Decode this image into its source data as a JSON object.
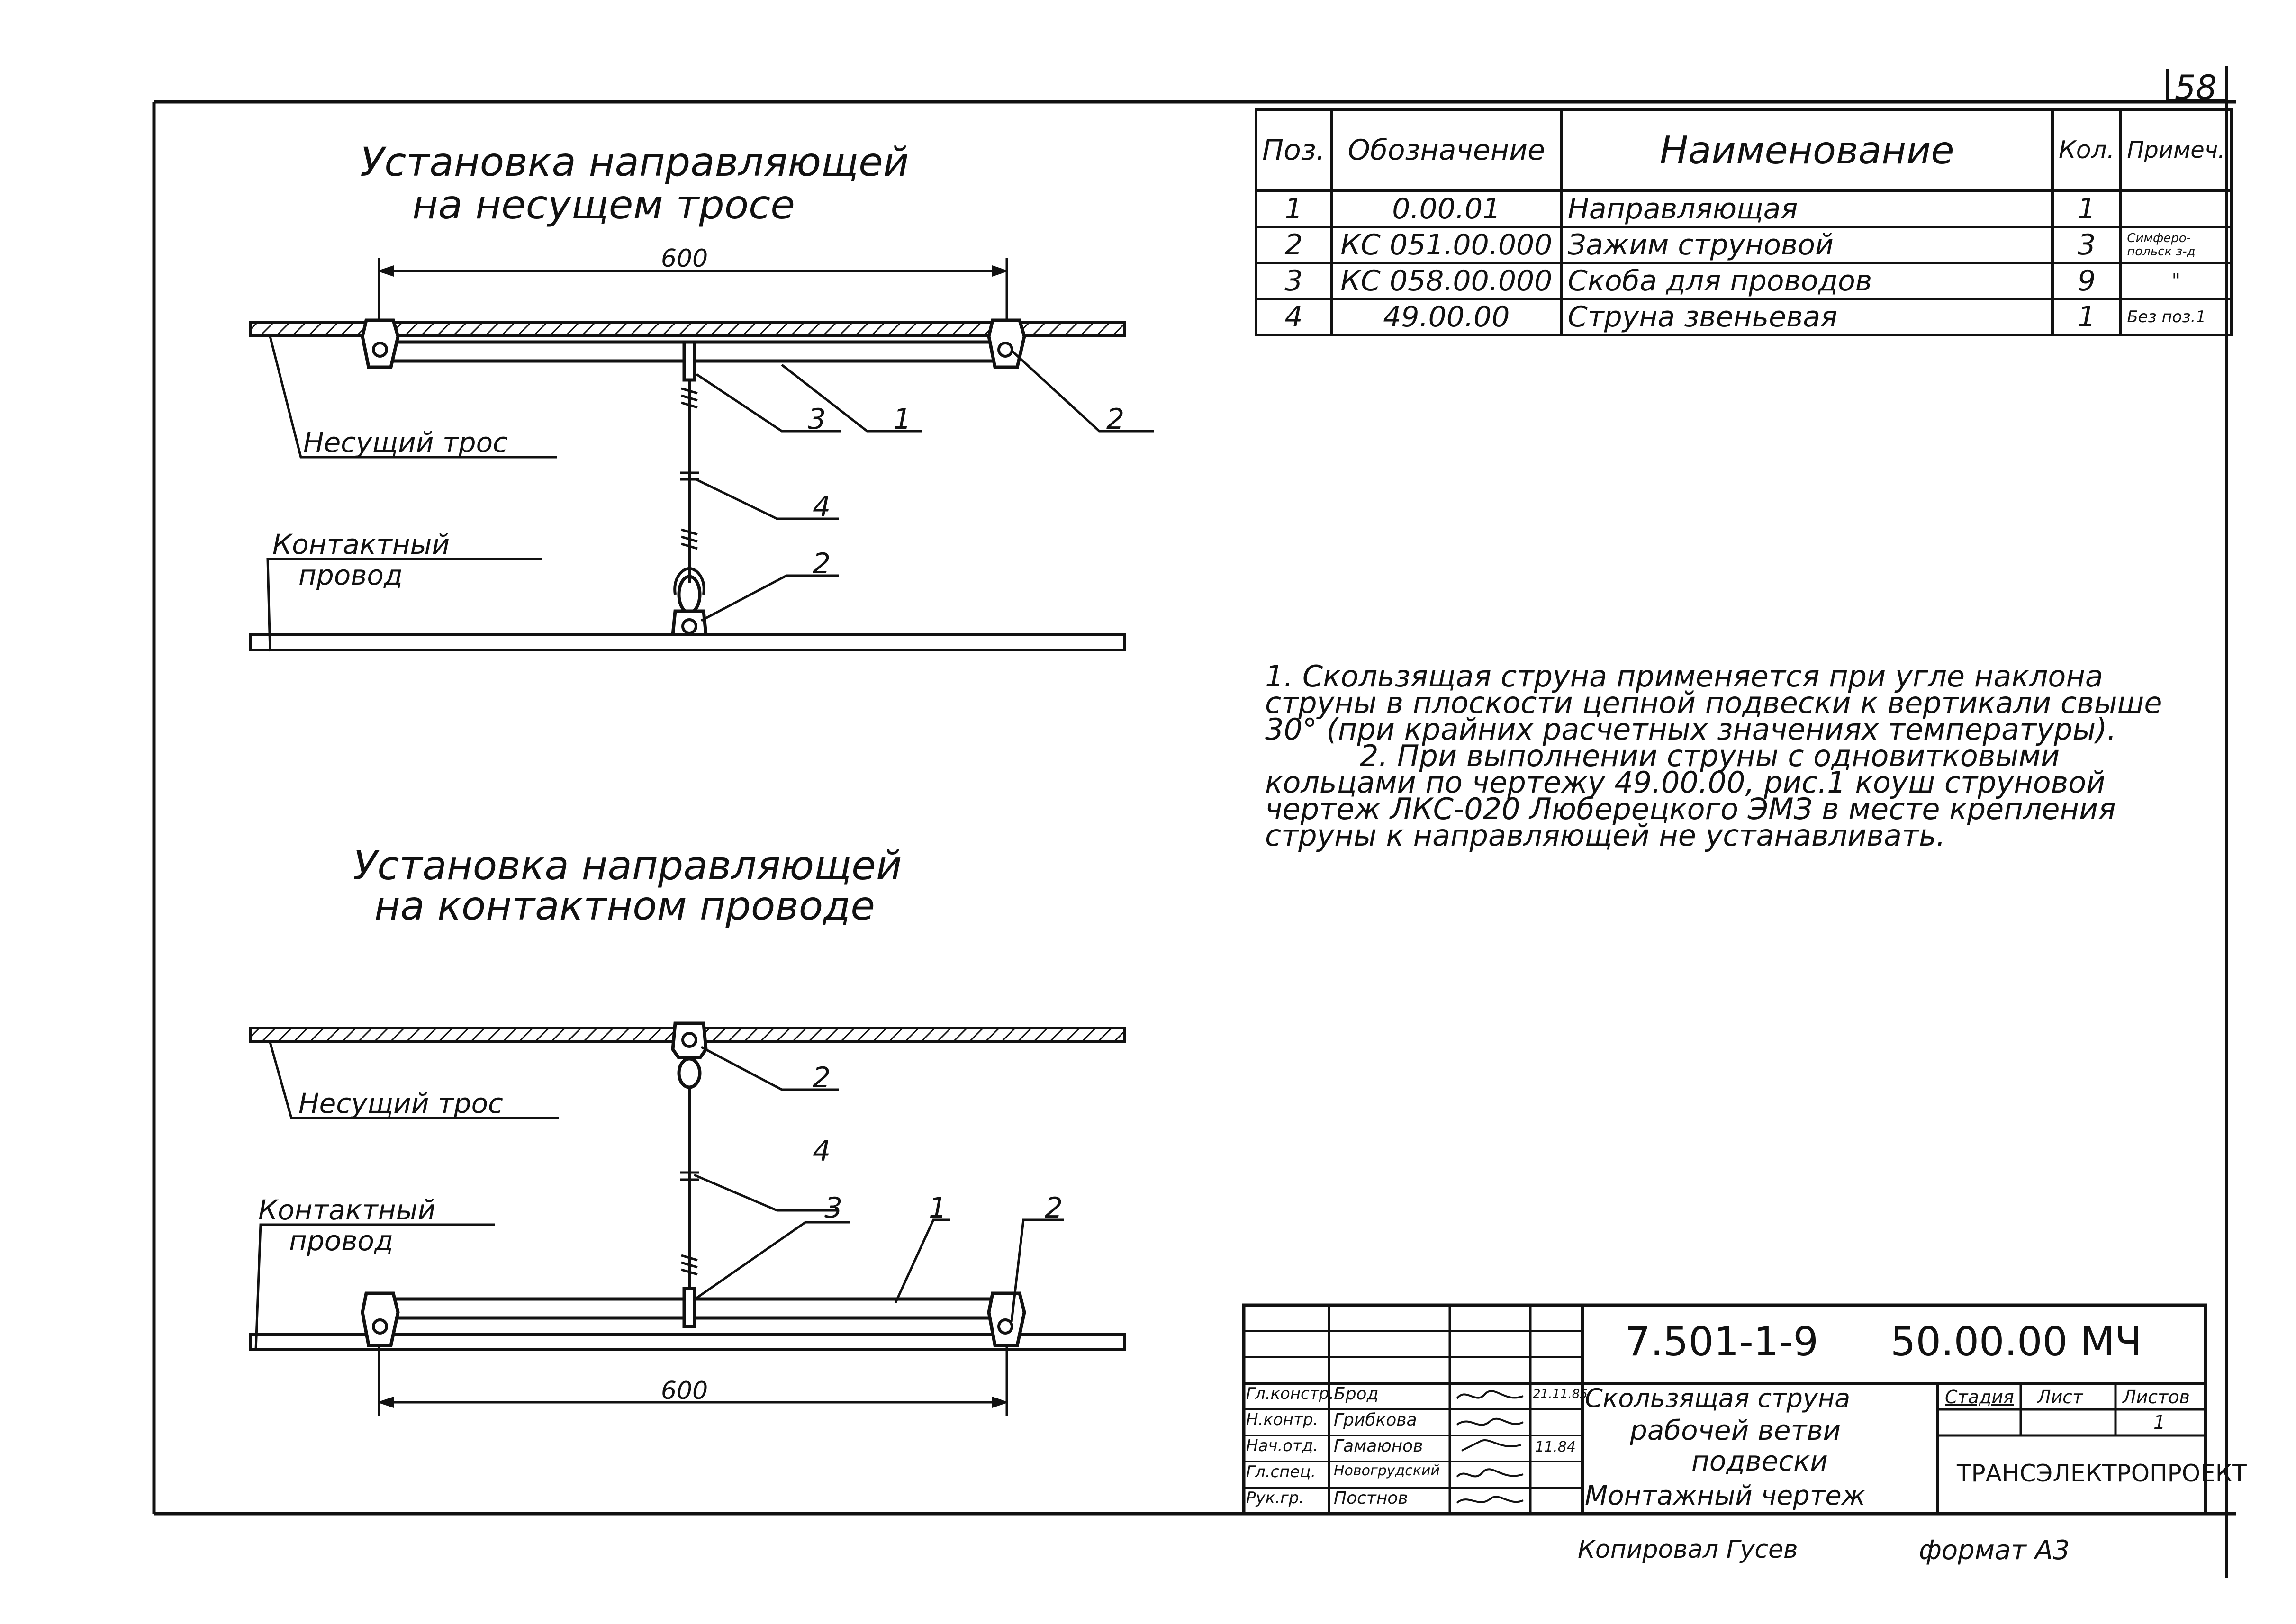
{
  "sheet_number": "58",
  "drawing_top": {
    "title_line1": "Установка направляющей",
    "title_line2": "на несущем тросе",
    "dimension": "600",
    "label_messenger": "Несущий трос",
    "label_contact_line1": "Контактный",
    "label_contact_line2": "провод",
    "callouts": [
      "3",
      "1",
      "2",
      "4",
      "2"
    ]
  },
  "drawing_bottom": {
    "title_line1": "Установка направляющей",
    "title_line2": "на контактном проводе",
    "dimension": "600",
    "label_messenger": "Несущий трос",
    "label_contact_line1": "Контактный",
    "label_contact_line2": "провод",
    "callouts": [
      "2",
      "4",
      "3",
      "1",
      "2"
    ]
  },
  "spec_table": {
    "headers": [
      "Поз.",
      "Обозначение",
      "Наименование",
      "Кол.",
      "Примеч."
    ],
    "rows": [
      [
        "1",
        "0.00.01",
        "Направляющая",
        "1",
        ""
      ],
      [
        "2",
        "КС 051.00.000",
        "Зажим струновой",
        "3",
        "Симферо-польск з-д"
      ],
      [
        "3",
        "КС 058.00.000",
        "Скоба для проводов",
        "9",
        "\""
      ],
      [
        "4",
        "49.00.00",
        "Струна звеньевая",
        "1",
        "Без поз.1"
      ]
    ]
  },
  "notes": [
    "1. Скользящая струна применяется при угле наклона струны в плоскости цепной подвески к вертикали свыше 30° (при крайних расчетных значениях температуры).",
    "2. При выполнении струны с одновитковыми кольцами по чертежу 49.00.00, рис.1 коуш струновой чертеж ЛКС-020 Люберецкого ЭМЗ в месте крепления струны к направляющей не устанавливать."
  ],
  "title_block": {
    "code": "7.501-1-9",
    "doc_number": "50.00.00 МЧ",
    "roles": [
      "Гл.констр.",
      "Н.контр.",
      "Нач.отд.",
      "Гл.спец.",
      "Рук.гр."
    ],
    "names": [
      "Брод",
      "Грибкова",
      "Гамаюнов",
      "Новогрудский",
      "Постнов"
    ],
    "date1": "21.11.85",
    "date2": "11.84",
    "title_line1": "Скользящая струна",
    "title_line2": "рабочей ветви",
    "title_line3": "подвески",
    "title_line4": "Монтажный чертеж",
    "stage_label": "Стадия",
    "sheet_label": "Лист",
    "sheets_label": "Листов",
    "sheets_value": "1",
    "organization": "ТРАНСЭЛЕКТРОПРОЕКТ"
  },
  "footer": {
    "copied_by": "Копировал Гусев",
    "format": "формат А3"
  }
}
